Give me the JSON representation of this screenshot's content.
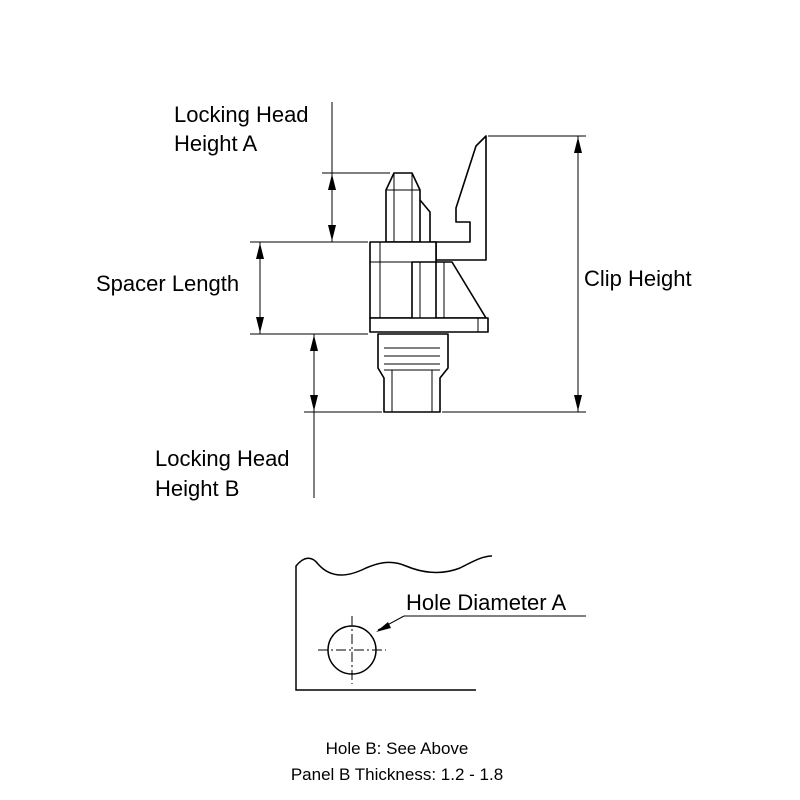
{
  "labels": {
    "locking_head_height_a": [
      "Locking Head",
      "Height A"
    ],
    "spacer_length": "Spacer Length",
    "clip_height": "Clip Height",
    "locking_head_height_b": [
      "Locking Head",
      "Height B"
    ],
    "hole_diameter_a": "Hole Diameter A"
  },
  "notes": {
    "hole_b": "Hole B: See Above",
    "panel_b_thickness": "Panel B Thickness: 1.2 - 1.8"
  }
}
